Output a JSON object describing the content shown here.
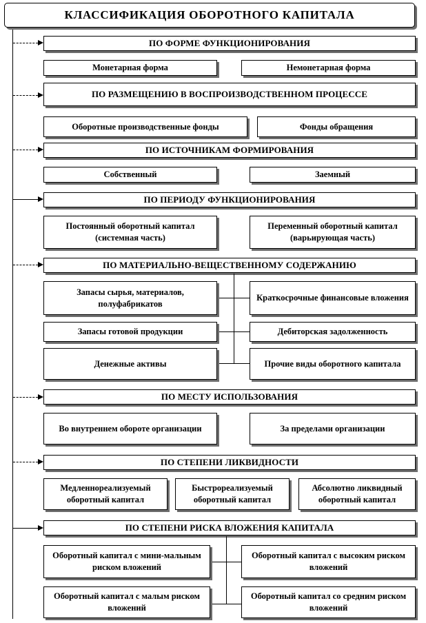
{
  "title": "КЛАССИФИКАЦИЯ  ОБОРОТНОГО  КАПИТАЛА",
  "groups": [
    {
      "header": "ПО ФОРМЕ ФУНКЦИОНИРОВАНИЯ",
      "items": [
        "Монетарная форма",
        "Немонетарная форма"
      ]
    },
    {
      "header": "ПО РАЗМЕЩЕНИЮ  В ВОСПРОИЗВОДСТВЕННОМ ПРОЦЕССЕ",
      "items": [
        "Оборотные производственные фонды",
        "Фонды обращения"
      ]
    },
    {
      "header": "ПО ИСТОЧНИКАМ  ФОРМИРОВАНИЯ",
      "items": [
        "Собственный",
        "Заемный"
      ]
    },
    {
      "header": "ПО ПЕРИОДУ  ФУНКЦИОНИРОВАНИЯ",
      "items": [
        "Постоянный оборотный капитал (системная часть)",
        "Переменный оборотный капитал (варьирующая  часть)"
      ]
    },
    {
      "header": "ПО МАТЕРИАЛЬНО-ВЕЩЕСТВЕННОМУ  СОДЕРЖАНИЮ",
      "items": [
        "Запасы сырья, материалов, полуфабрикатов",
        "Краткосрочные финансовые вложения",
        "Запасы готовой продукции",
        "Дебиторская задолженность",
        "Денежные активы",
        "Прочие виды оборотного капитала"
      ]
    },
    {
      "header": "ПО МЕСТУ ИСПОЛЬЗОВАНИЯ",
      "items": [
        "Во внутреннем обороте организации",
        "За пределами организации"
      ]
    },
    {
      "header": "ПО СТЕПЕНИ  ЛИКВИДНОСТИ",
      "items": [
        "Медленнореализуемый оборотный капитал",
        "Быстрореализуемый оборотный капитал",
        "Абсолютно ликвидный оборотный капитал"
      ]
    },
    {
      "header": "ПО СТЕПЕНИ  РИСКА ВЛОЖЕНИЯ КАПИТАЛА",
      "items": [
        "Оборотный капитал с мини-мальным риском вложений",
        "Оборотный капитал с высоким риском вложений",
        "Оборотный капитал с малым риском вложений",
        "Оборотный капитал со средним риском вложений"
      ]
    }
  ]
}
